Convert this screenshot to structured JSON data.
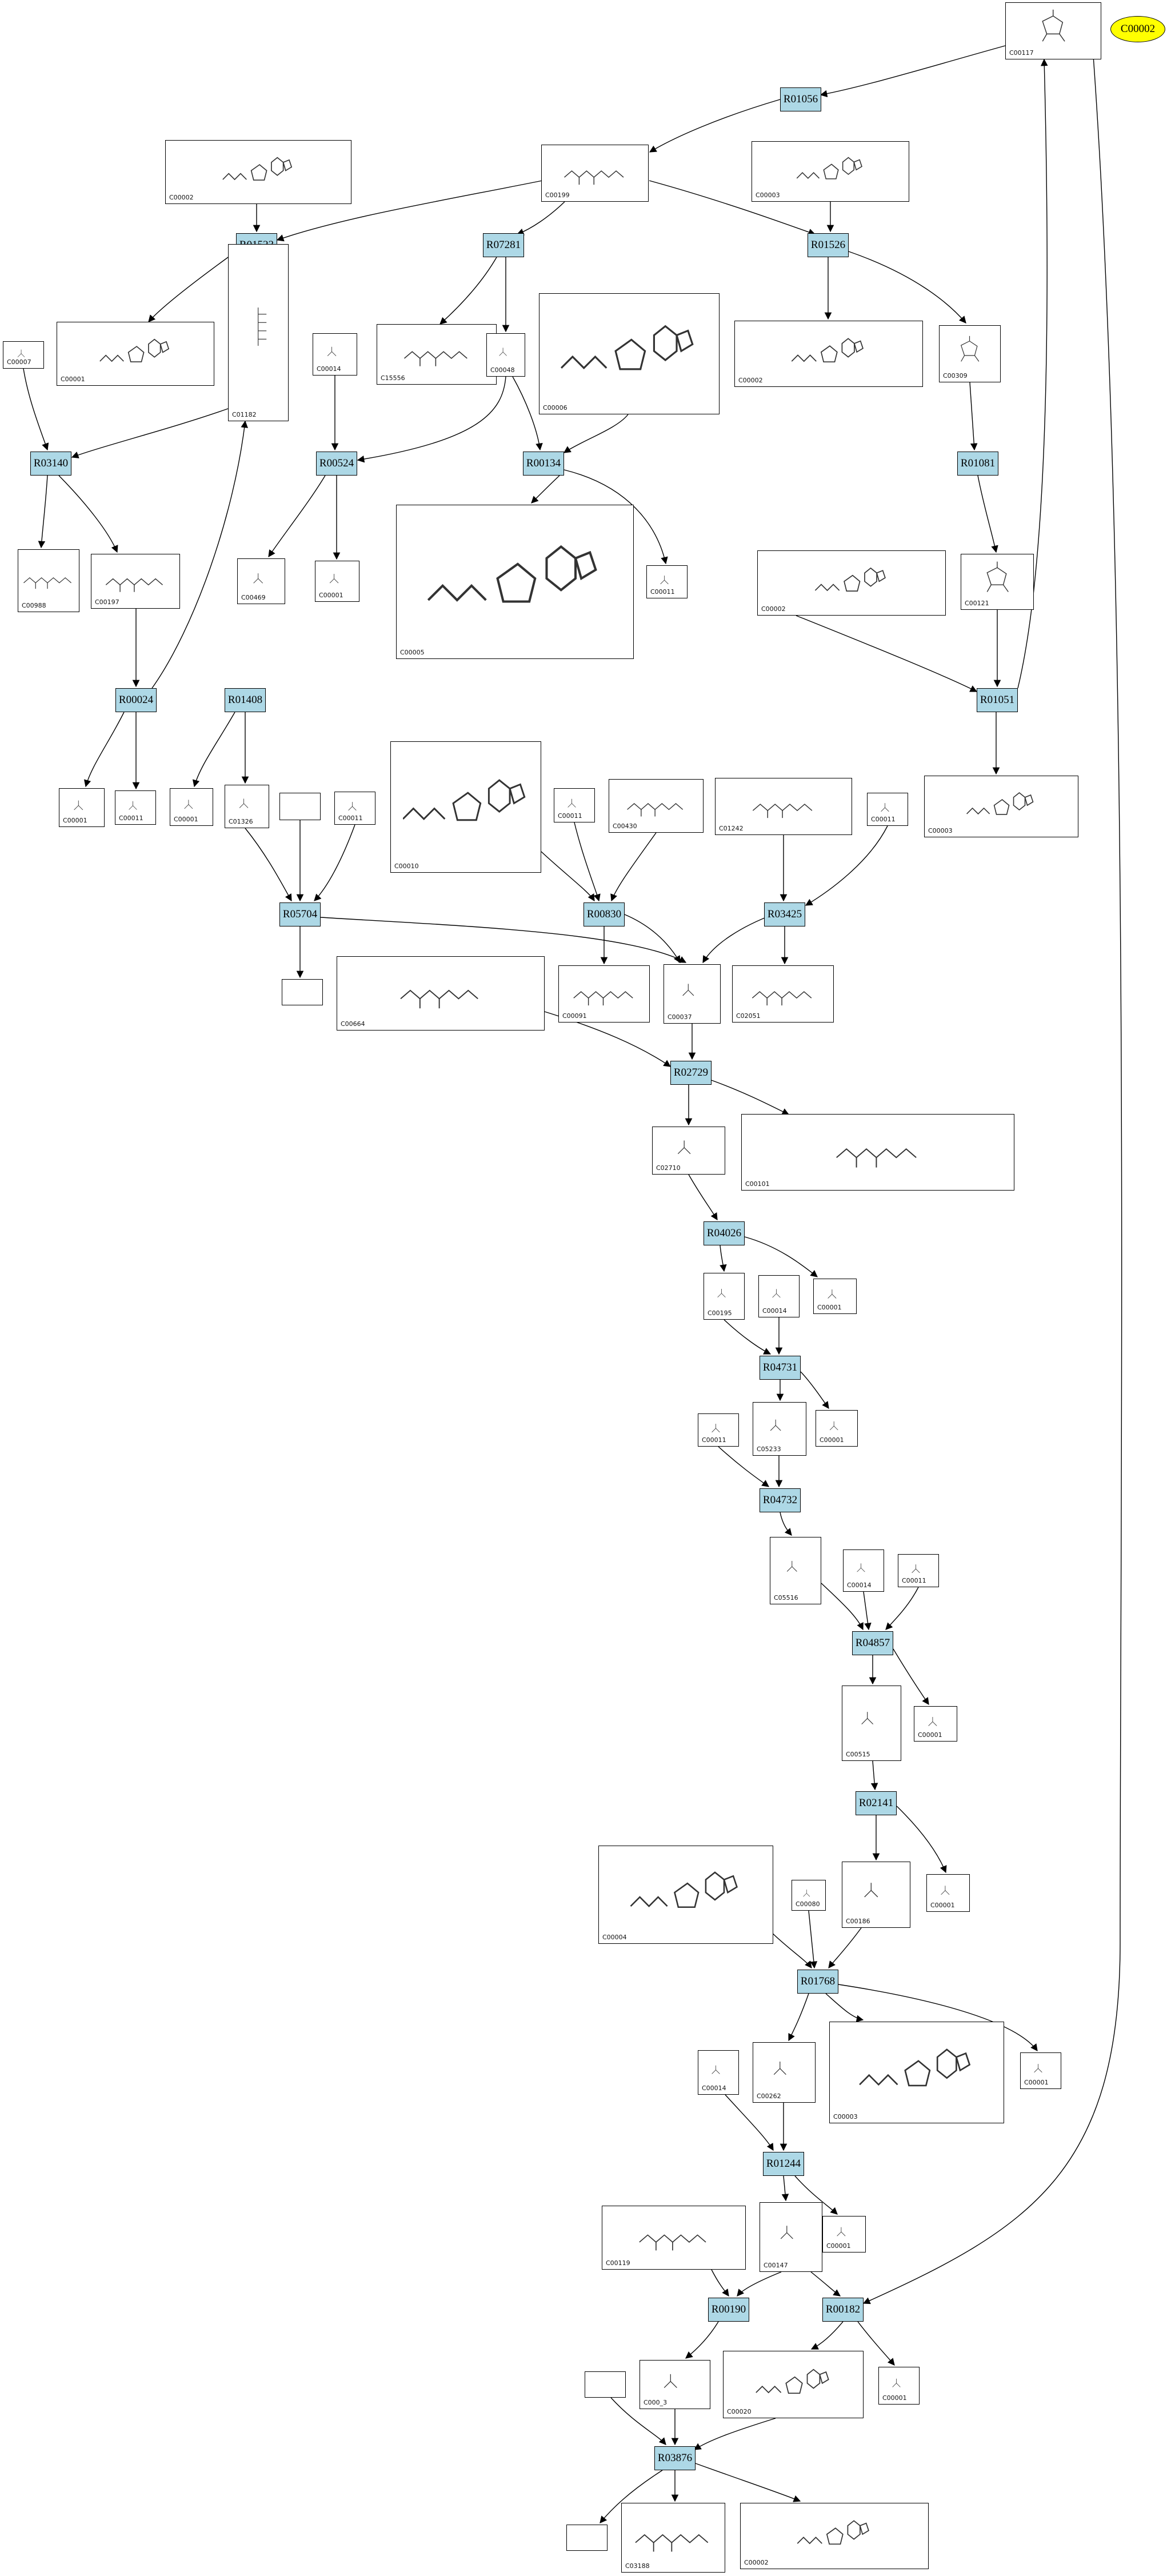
{
  "marker": {
    "label": "C00002",
    "color": "#ffff00"
  },
  "reaction_color": "#add8e6",
  "reactions": {
    "R01056": "R01056",
    "R01523": "R01523",
    "R07281": "R07281",
    "R01526": "R01526",
    "R03140": "R03140",
    "R00524": "R00524",
    "R00134": "R00134",
    "R01081": "R01081",
    "R00024": "R00024",
    "R01408": "R01408",
    "R01051": "R01051",
    "R05704": "R05704",
    "R00830": "R00830",
    "R03425": "R03425",
    "R02729": "R02729",
    "R04026": "R04026",
    "R04731": "R04731",
    "R04732": "R04732",
    "R04857": "R04857",
    "R02141": "R02141",
    "R01768": "R01768",
    "R01244": "R01244",
    "R00190": "R00190",
    "R00182": "R00182",
    "R03876": "R03876"
  },
  "compounds": {
    "c00117": "C00117",
    "c00002_a": "C00002",
    "c00199": "C00199",
    "c00003_a": "C00003",
    "c00007": "C00007",
    "c00001_a": "C00001",
    "c01182": "C01182",
    "c00014_a": "C00014",
    "c15556": "C15556",
    "c00048": "C00048",
    "c00006": "C00006",
    "c00002_b": "C00002",
    "c00309": "C00309",
    "c00988": "C00988",
    "c00197": "C00197",
    "c00469": "C00469",
    "c00001_b": "C00001",
    "c00005": "C00005",
    "c00011_a": "C00011",
    "c00002_c": "C00002",
    "c00121": "C00121",
    "c00001_c": "C00001",
    "c00011_b": "C00011",
    "c00001_d": "C00001",
    "c01326": "C01326",
    "c00011_c": "C00011",
    "c00010": "C00010",
    "c00011_d": "C00011",
    "c00430": "C00430",
    "c01242": "C01242",
    "c00011_e": "C00011",
    "c00003_b": "C00003",
    "c00664": "C00664",
    "c00091": "C00091",
    "c00037": "C00037",
    "c02051": "C02051",
    "c02710": "C02710",
    "c00101": "C00101",
    "c00195": "C00195",
    "c00014_b": "C00014",
    "c00001_e": "C00001",
    "c00011_f": "C00011",
    "c05233": "C05233",
    "c00001_f": "C00001",
    "c05516": "C05516",
    "c00014_c": "C00014",
    "c00011_g": "C00011",
    "c00515": "C00515",
    "c00001_g": "C00001",
    "c00004": "C00004",
    "c00080": "C00080",
    "c00186": "C00186",
    "c00001_h": "C00001",
    "c00014_d": "C00014",
    "c00262": "C00262",
    "c00003_c": "C00003",
    "c00001_i": "C00001",
    "c00119": "C00119",
    "c00147": "C00147",
    "c00001_j": "C00001",
    "c00013": "C000_3",
    "c00020": "C00020",
    "c00001_k": "C00001",
    "c03188": "C03188",
    "c00002_d": "C00002"
  }
}
